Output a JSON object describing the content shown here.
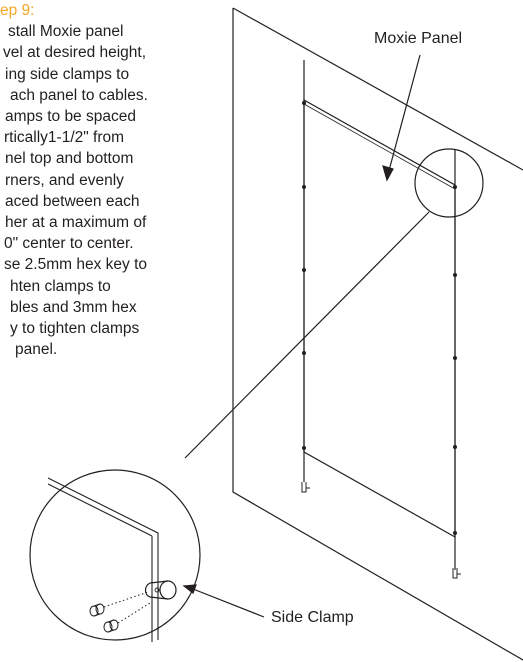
{
  "step": {
    "title": "ep 9:",
    "lines": [
      "stall Moxie panel",
      "vel at desired height,",
      "ing side clamps to",
      "ach panel to cables.",
      "amps to be spaced",
      "rtically1-1/2\" from",
      "nel top and bottom",
      "rners, and evenly",
      "aced between each",
      "her at a maximum of",
      "0\" center to center.",
      "se 2.5mm hex key to",
      "hten clamps to",
      "bles and 3mm hex",
      "y to tighten clamps",
      "panel."
    ]
  },
  "callouts": {
    "panel": "Moxie Panel",
    "clamp": "Side Clamp"
  },
  "colors": {
    "accent": "#f5a623",
    "ink": "#231f20"
  }
}
